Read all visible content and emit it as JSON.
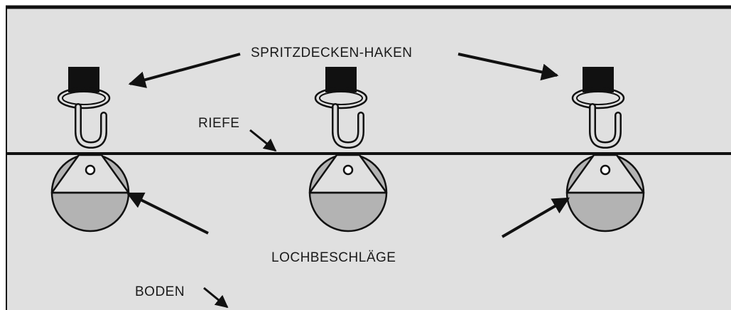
{
  "labels": {
    "hooks": "SPRITZDECKEN-HAKEN",
    "groove": "RIEFE",
    "fittings": "LOCHBESCHLÄGE",
    "floor": "BODEN"
  },
  "colors": {
    "panel": "#e0e0e0",
    "fitting_fill": "#b3b3b3",
    "line": "#111111",
    "background": "#ffffff"
  },
  "icons": {
    "hook": "spray-deck-hook-icon",
    "fitting": "hole-fitting-icon",
    "arrow": "arrow-icon"
  }
}
